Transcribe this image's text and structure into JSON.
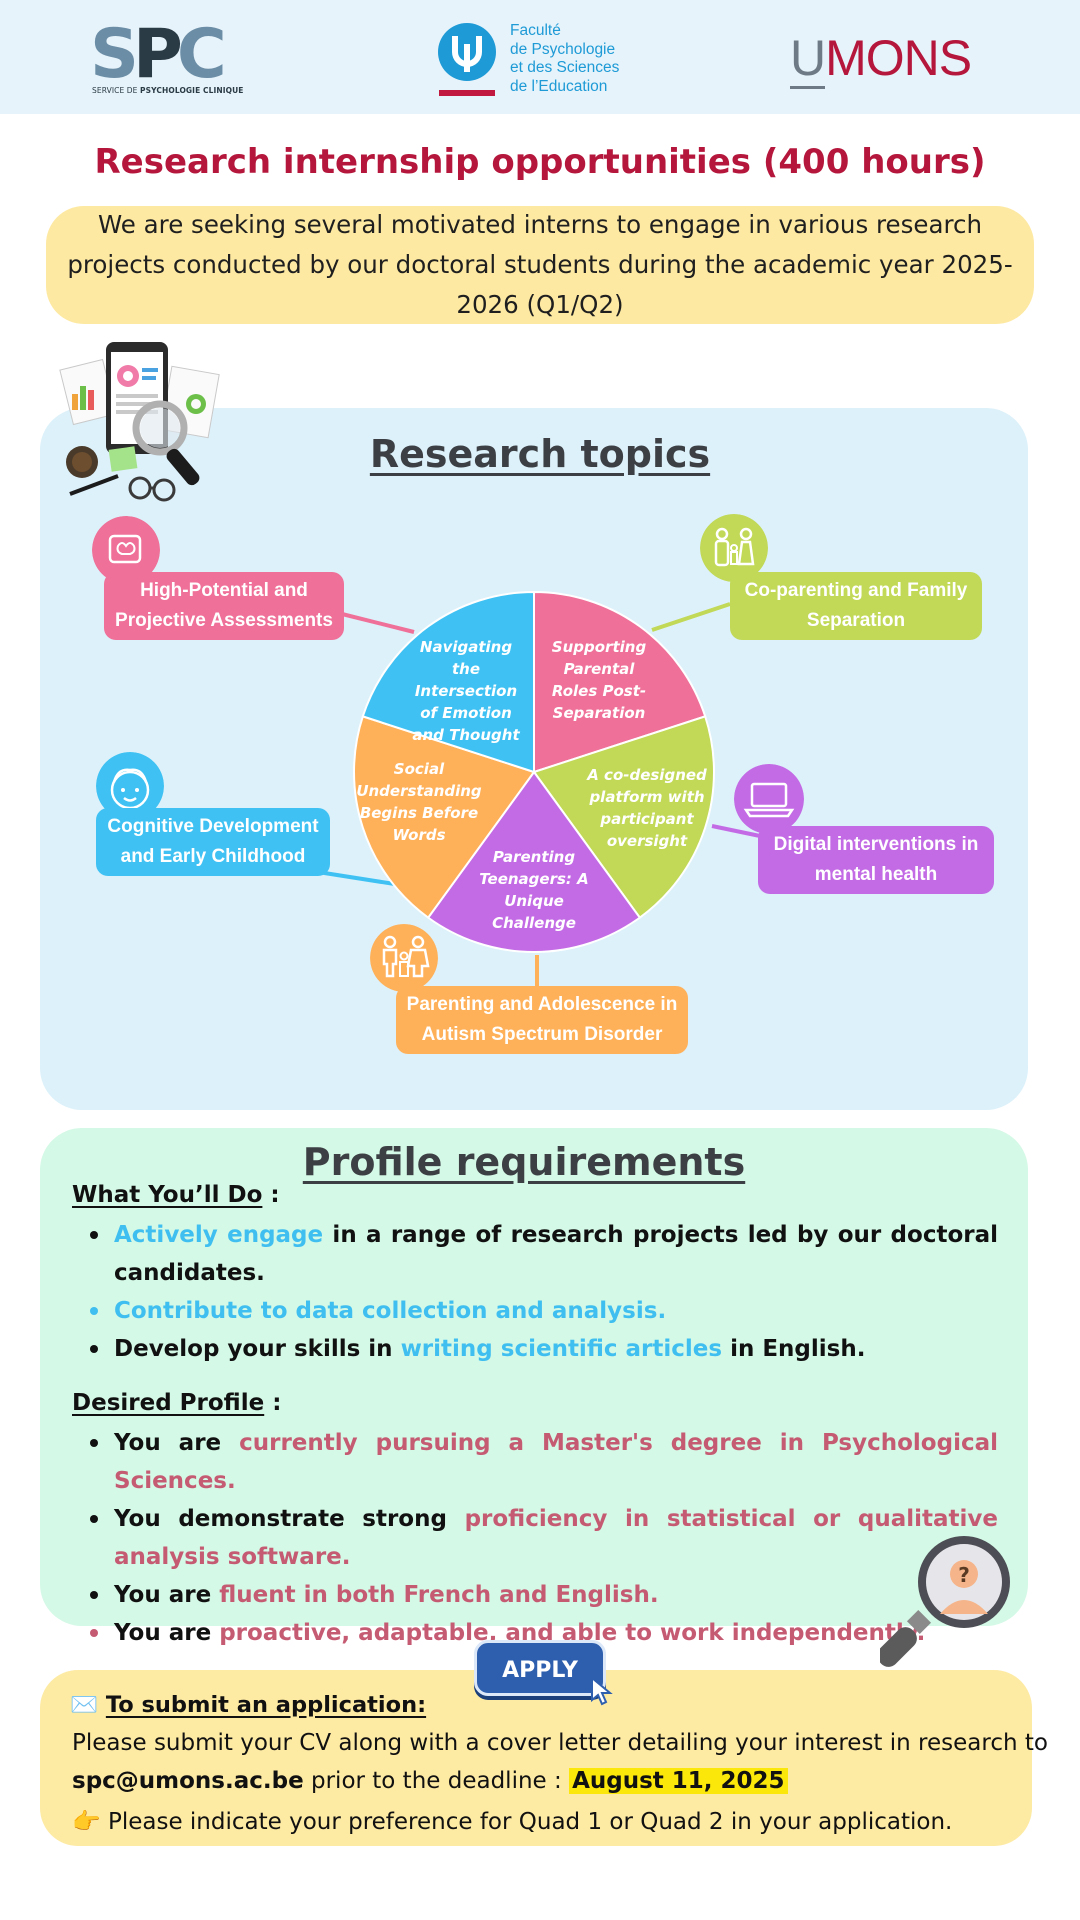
{
  "header": {
    "spc": {
      "letters": [
        "S",
        "P",
        "C"
      ],
      "subtitle_prefix": "SERVICE DE ",
      "subtitle_bold": "PSYCHOLOGIE CLINIQUE"
    },
    "faculty": {
      "lines": [
        "Faculté",
        "de Psychologie",
        "et des Sciences",
        "de l’Education"
      ]
    },
    "umons": {
      "u": "U",
      "rest": "MONS"
    }
  },
  "title": "Research internship opportunities (400 hours)",
  "intro": "We are seeking several motivated interns to engage in various research projects conducted by our doctoral students during the academic year 2025-2026 (Q1/Q2)",
  "topics": {
    "heading": "Research topics ",
    "pie_slices": [
      {
        "label": "Navigating the Intersection of Emotion and Thought",
        "color": "#ef7098"
      },
      {
        "label": "Supporting Parental Roles Post-Separation",
        "color": "#c1d957"
      },
      {
        "label": "A co-designed platform with participant oversight",
        "color": "#c36be5"
      },
      {
        "label": "Parenting Teenagers: A Unique Challenge",
        "color": "#ffb15a"
      },
      {
        "label": "Social Understanding Begins Before Words",
        "color": "#3fc2f3"
      }
    ],
    "boxes": [
      {
        "line1": "High-Potential and",
        "line2": "Projective Assessments",
        "color": "#ef7098",
        "icon": "brain-icon"
      },
      {
        "line1": "Co-parenting and Family",
        "line2": "Separation",
        "color": "#c1d957",
        "icon": "family-icon"
      },
      {
        "line1": "Digital interventions in",
        "line2": "mental health",
        "color": "#c36be5",
        "icon": "laptop-icon"
      },
      {
        "line1": "Parenting and Adolescence in",
        "line2": "Autism Spectrum Disorder",
        "color": "#ffb15a",
        "icon": "parent-child-icon"
      },
      {
        "line1": "Cognitive Development",
        "line2": "and Early Childhood",
        "color": "#3fc2f3",
        "icon": "child-face-icon"
      }
    ]
  },
  "profile": {
    "heading": "Profile requirements",
    "what_title": "What You’ll Do",
    "colon": " :",
    "what_items": {
      "item1_blue": "Actively engage",
      "item1_rest": " in a range of research projects led by our doctoral candidates.",
      "item2_blue": "Contribute to data collection and analysis.",
      "item3_pre": "Develop your skills in ",
      "item3_blue": "writing scientific articles",
      "item3_post": " in English."
    },
    "desired_title": "Desired Profile",
    "desired_items": {
      "item1_pre": "You are ",
      "item1_pink": "currently pursuing a Master's degree in Psychological Sciences.",
      "item2_pre": "You demonstrate strong ",
      "item2_pink": "proficiency in statistical or qualitative analysis software.",
      "item3_pre": "You are ",
      "item3_pink": "fluent in both French and English.",
      "item4_pre": "You are ",
      "item4_pink": "proactive, adaptable, and able to work independently."
    }
  },
  "apply": {
    "label": "APPLY"
  },
  "submit": {
    "icon": "✉️",
    "title": "To submit an application:",
    "line1": "Please submit your CV along with a cover letter detailing your interest in research to",
    "email": "spc@umons.ac.be",
    "deadline_pre": " prior to the deadline : ",
    "deadline": "August 11, 2025",
    "point_icon": "👉",
    "line3": " Please indicate your preference for Quad 1 or Quad 2 in your application."
  },
  "colors": {
    "title_red": "#b5173c",
    "highlight_blue": "#3fbef0",
    "highlight_pink": "#c55a73",
    "apply_blue": "#2e5fae",
    "deadline_yellow": "#fbe80a"
  }
}
